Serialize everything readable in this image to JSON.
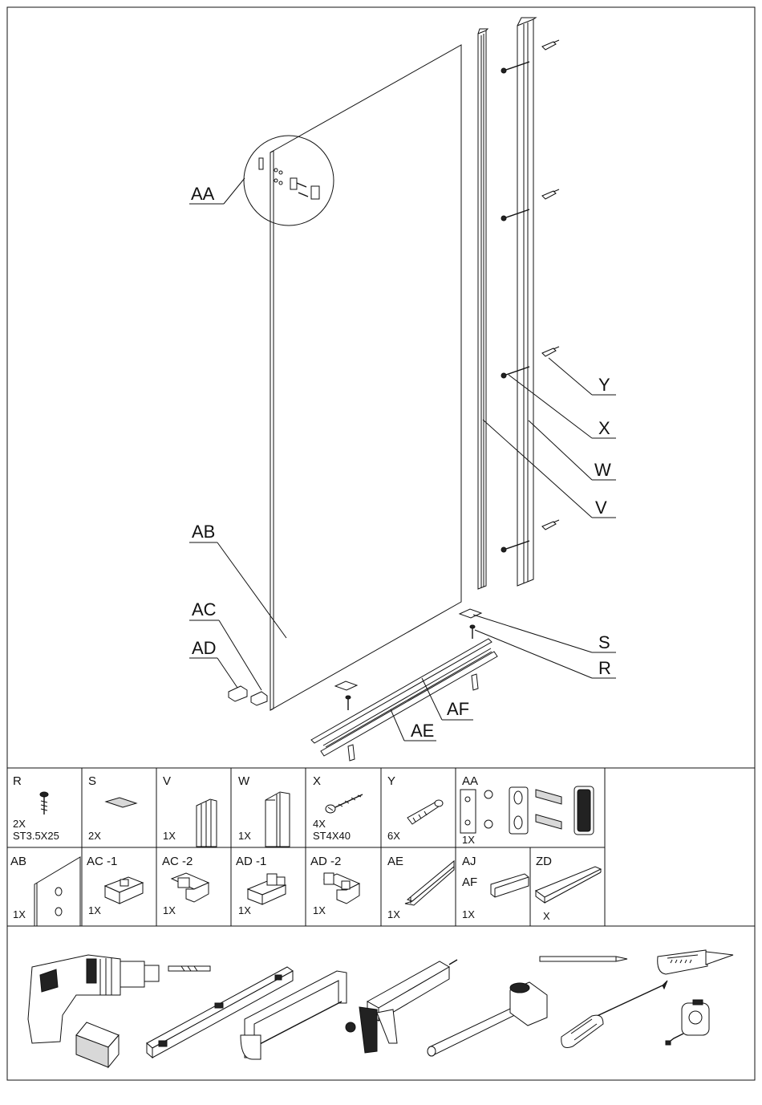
{
  "callouts": {
    "AA": "AA",
    "AB": "AB",
    "AC": "AC",
    "AD": "AD",
    "Y": "Y",
    "X": "X",
    "W": "W",
    "V": "V",
    "S": "S",
    "R": "R",
    "AF": "AF",
    "AE": "AE"
  },
  "parts_row1": [
    {
      "code": "R",
      "qty": "2X",
      "spec": "ST3.5X25",
      "icon": "screw-icon"
    },
    {
      "code": "S",
      "qty": "2X",
      "spec": "",
      "icon": "pad-icon"
    },
    {
      "code": "V",
      "qty": "1X",
      "spec": "",
      "icon": "seal-profile-icon"
    },
    {
      "code": "W",
      "qty": "1X",
      "spec": "",
      "icon": "wall-profile-icon"
    },
    {
      "code": "X",
      "qty": "4X",
      "spec": "ST4X40",
      "icon": "wall-screw-icon"
    },
    {
      "code": "Y",
      "qty": "6X",
      "spec": "",
      "icon": "wall-plug-icon"
    },
    {
      "code": "AA",
      "qty": "1X",
      "spec": "",
      "icon": "glass-clamp-kit-icon"
    }
  ],
  "parts_row2": [
    {
      "code": "AB",
      "qty": "1X",
      "icon": "glass-panel-icon"
    },
    {
      "code": "AC -1",
      "qty": "1X",
      "icon": "bracket-icon"
    },
    {
      "code": "AC -2",
      "qty": "1X",
      "icon": "bracket-icon"
    },
    {
      "code": "AD -1",
      "qty": "1X",
      "icon": "bracket-icon"
    },
    {
      "code": "AD -2",
      "qty": "1X",
      "icon": "bracket-icon"
    },
    {
      "code": "AE",
      "qty": "1X",
      "icon": "floor-profile-icon"
    },
    {
      "code": "AJ",
      "code2": "AF",
      "qty": "1X",
      "icon": "strip-icon"
    },
    {
      "code": "ZD",
      "qty": "X",
      "icon": "wedge-icon"
    }
  ],
  "tools": [
    "drill-icon",
    "drill-bit-icon",
    "sponge-icon",
    "spirit-level-icon",
    "hacksaw-icon",
    "caulking-gun-icon",
    "mallet-icon",
    "pencil-icon",
    "utility-knife-icon",
    "screwdriver-icon",
    "tape-measure-icon"
  ]
}
